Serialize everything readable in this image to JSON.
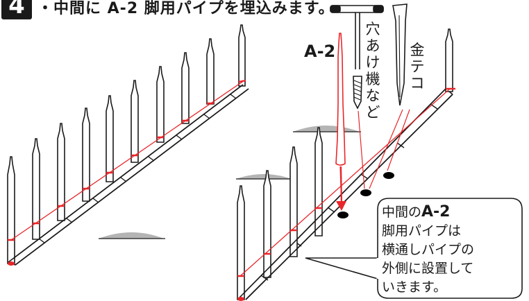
{
  "step": {
    "number": "4",
    "text": "・中間に A-2 脚用パイプを埋込みます。"
  },
  "labels": {
    "a2": "A-2",
    "drill_chars": [
      "穴",
      "あ",
      "け",
      "機",
      "な",
      "ど"
    ],
    "stake_chars": [
      "金",
      "テ",
      "コ"
    ]
  },
  "callout": {
    "line1_prefix": "中間の",
    "line1_code": "A-2",
    "line2": "脚用パイプは",
    "line3": "横通しパイプの",
    "line4": "外側に設置して",
    "line5": "いきます。"
  },
  "colors": {
    "line": "#1a1a1a",
    "accent_red": "#e8262a",
    "ground": "#b4b4b4",
    "marker": "#000000"
  }
}
